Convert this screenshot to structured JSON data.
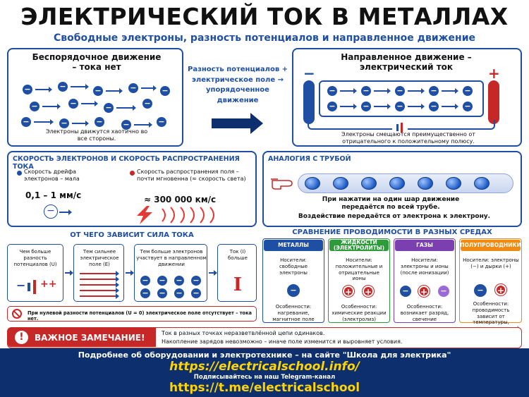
{
  "title": "ЭЛЕКТРИЧЕСКИЙ ТОК В МЕТАЛЛАХ",
  "subtitle": "Свободные электроны, разность потенциалов и направленное движение",
  "chaotic": {
    "heading": "Беспорядочное движение – тока нет",
    "caption": "Электроны движутся хаотично во все стороны."
  },
  "middle": {
    "text": "Разность потенциалов + электрическое поле → упорядоченное движение"
  },
  "directed": {
    "heading": "Направленное движение – электрический ток",
    "minus": "−",
    "plus": "+",
    "caption": "Электроны смещаются преимущественно от отрицательного к положительному полюсу."
  },
  "speed": {
    "heading": "СКОРОСТЬ ЭЛЕКТРОНОВ И СКОРОСТЬ РАСПРОСТРАНЕНИЯ ТОКА",
    "drift_label": "Скорость дрейфа электронов – мала",
    "drift_value": "0,1 – 1 мм/с",
    "field_label": "Скорость распространения поля – почти мгновенна (≈ скорость света)",
    "field_value": "≈ 300 000 км/с"
  },
  "analogy": {
    "heading": "АНАЛОГИЯ С ТРУБОЙ",
    "text1": "При нажатии на один шар движение передаётся по всей трубе.",
    "text2": "Воздействие передаётся от электрона к электрону."
  },
  "depends": {
    "heading": "ОТ ЧЕГО ЗАВИСИТ СИЛА ТОКА",
    "step1": "Чем больше разность потенциалов (U)",
    "step2": "Тем сильнее электрическое поле (E)",
    "step3": "Тем больше электронов участвует в направленном движении",
    "step4": "Ток (I) больше",
    "current_symbol": "I",
    "note": "При нулевой разности потенциалов (U = 0) электрическое поле отсутствует – тока нет."
  },
  "compare": {
    "heading": "СРАВНЕНИЕ ПРОВОДИМОСТИ В РАЗНЫХ СРЕДАХ",
    "columns": [
      {
        "name": "МЕТАЛЛЫ",
        "color": "#1f4fa3",
        "carriers": "Носители: свободные электроны",
        "feature": "Особенности: нагревание, магнитное поле"
      },
      {
        "name": "ЖИДКОСТИ (ЭЛЕКТРОЛИТЫ)",
        "color": "#2e9b3a",
        "carriers": "Носители: положительные и отрицательные ионы",
        "feature": "Особенности: химические реакции (электролиз)"
      },
      {
        "name": "ГАЗЫ",
        "color": "#7b3fb0",
        "carriers": "Носители: электроны и ионы (после ионизации)",
        "feature": "Особенности: возникает разряд, свечение"
      },
      {
        "name": "ПОЛУПРОВОДНИКИ",
        "color": "#ef8a12",
        "carriers": "Носители: электроны (−) и дырки (+)",
        "feature": "Особенности: проводимость зависит от температуры, освещения, примесей"
      }
    ]
  },
  "warning": {
    "label": "ВАЖНОЕ ЗАМЕЧАНИЕ!",
    "line1": "Ток в разных точках неразветвлённой цепи одинаков.",
    "line2": "Накопление зарядов невозможно – иначе поле изменится и выровняет условия."
  },
  "footer": {
    "line1": "Подробнее об оборудовании и электротехнике – на сайте \"Школа для электрика\"",
    "url1": "https://electricalschool.info/",
    "line2": "Подписывайтесь на наш Telegram-канал",
    "url2": "https://t.me/electricalschool"
  },
  "colors": {
    "blue": "#1f4fa3",
    "red": "#c62828",
    "navy": "#0d2f6e",
    "yellow": "#ffd400"
  }
}
